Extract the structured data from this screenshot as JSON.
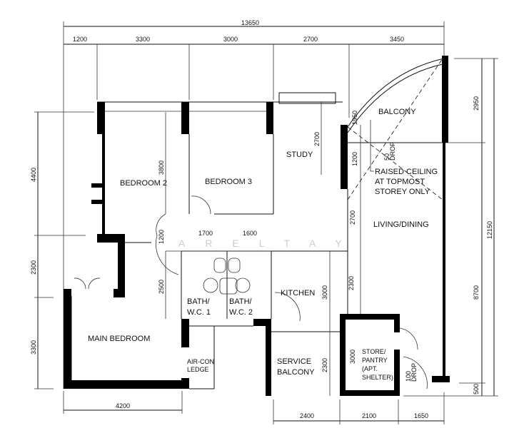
{
  "dimensions": {
    "overall_width": "13650",
    "top": [
      "1200",
      "3300",
      "3000",
      "2700",
      "3450"
    ],
    "left": [
      "4400",
      "2300",
      "3300"
    ],
    "right": [
      "2950",
      "12150",
      "8700",
      "500"
    ],
    "bottom": [
      "4200",
      "2400",
      "2100",
      "1650"
    ],
    "inner": {
      "bedroom2_depth": "3800",
      "study_depth": "2700",
      "balcony_depth": "1950",
      "balcony_gap": "1200",
      "living_upper": "2700",
      "corridor": "1200",
      "bath1_width": "1700",
      "bath2_width": "1600",
      "bath_depth": "2500",
      "kitchen_depth": "3000",
      "living_lower": "2300",
      "store_depth": "3000",
      "service_balcony_depth": "2300"
    }
  },
  "rooms": {
    "bedroom2": "BEDROOM 2",
    "bedroom3": "BEDROOM 3",
    "study": "STUDY",
    "balcony": "BALCONY",
    "living_dining": "LIVING/DINING",
    "bath1": [
      "BATH/",
      "W.C.  1"
    ],
    "bath2": [
      "BATH/",
      "W.C.  2"
    ],
    "kitchen": "KITCHEN",
    "main_bedroom": "MAIN  BEDROOM",
    "aircon_ledge": [
      "AIR-CON",
      "LEDGE"
    ],
    "service_balcony": [
      "SERVICE",
      "BALCONY"
    ],
    "store_pantry": [
      "STORE/",
      "PANTRY",
      "(APT.",
      "SHELTER)"
    ]
  },
  "annotations": {
    "drop_50": [
      "50",
      "DROP"
    ],
    "drop_100": [
      "100",
      "DROP"
    ],
    "raised_ceiling": [
      "RAISED  CEILING",
      "AT  TOPMOST",
      "STOREY  ONLY"
    ]
  },
  "watermark": "ARELTAY"
}
